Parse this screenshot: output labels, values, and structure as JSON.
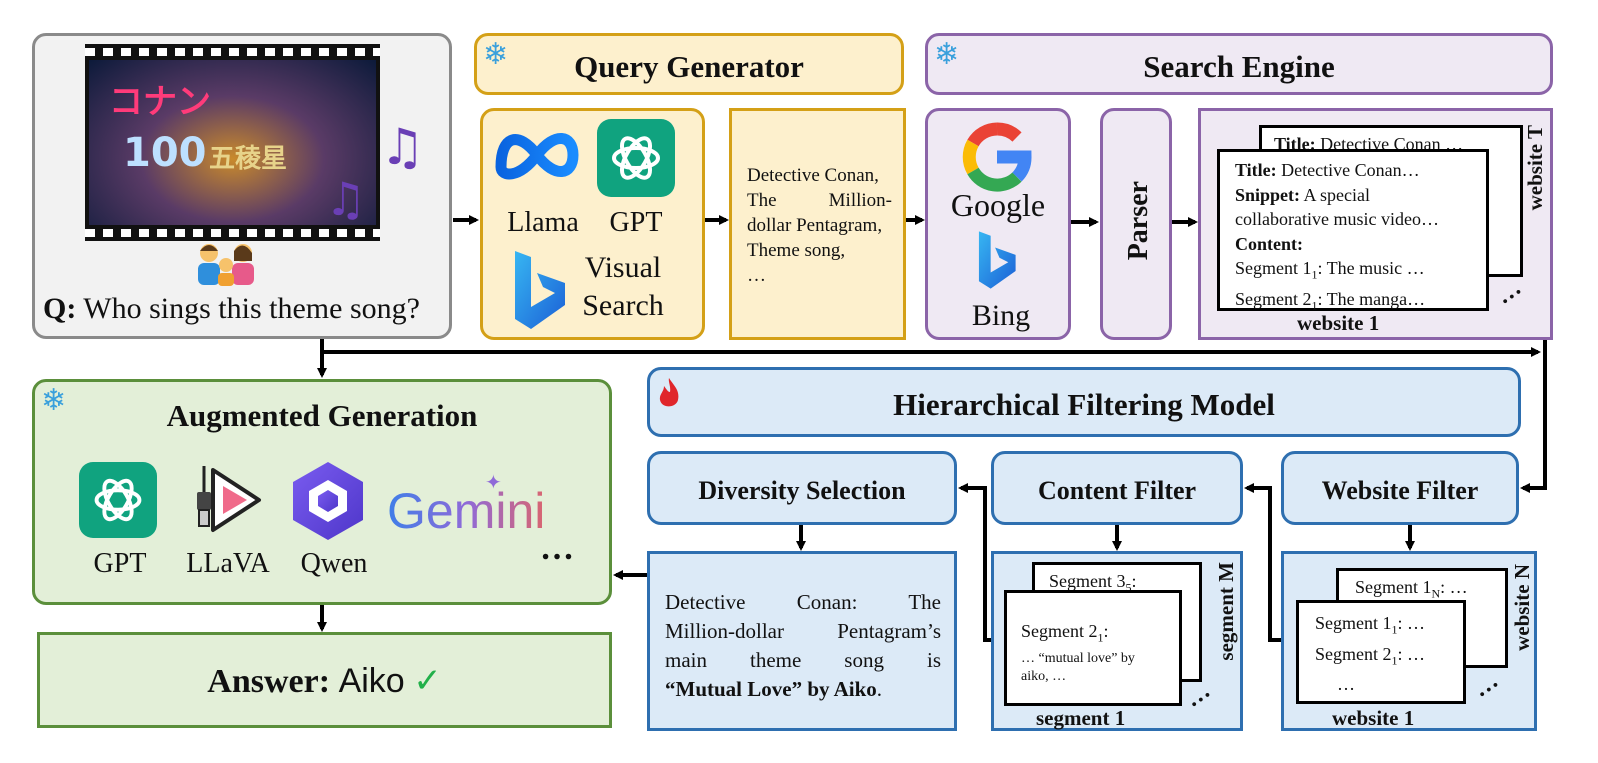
{
  "question": {
    "prefix": "Q:",
    "text": "Who sings this theme song?"
  },
  "query_generator": {
    "title": "Query Generator",
    "models": [
      "Llama",
      "GPT"
    ],
    "visual_search": [
      "Visual",
      "Search"
    ],
    "queries": [
      "Detective Conan,",
      "The Million-",
      "dollar Pentagram,",
      "Theme song,",
      "…"
    ]
  },
  "search_engine": {
    "title": "Search Engine",
    "engines": [
      "Google",
      "Bing"
    ],
    "parser": "Parser"
  },
  "websites": {
    "back_title": "Title: Detective Conan …",
    "title_key": "Title:",
    "title_val": "Detective Conan…",
    "snippet_key": "Snippet:",
    "snippet_val": "A special",
    "snippet_line2": "collaborative music video…",
    "content_key": "Content:",
    "seg1": "Segment 1",
    "seg1_sub": "1",
    "seg1_rest": ": The music …",
    "seg2": "Segment 2",
    "seg2_sub": "1",
    "seg2_rest": ": The manga…",
    "label_front": "website 1",
    "label_back": "website T"
  },
  "augmented_generation": {
    "title": "Augmented Generation",
    "models": [
      "GPT",
      "LLaVA",
      "Qwen"
    ],
    "gemini": "Gemini",
    "more": "…"
  },
  "answer": {
    "label": "Answer:",
    "value": "Aiko",
    "check": "✓"
  },
  "hfm": {
    "title": "Hierarchical Filtering Model"
  },
  "diversity": {
    "title": "Diversity Selection",
    "result_lines": [
      "Detective Conan: The",
      "Million-dollar Pentagram’s",
      "main theme song is"
    ],
    "result_bold": "“Mutual Love” by Aiko",
    "result_end": "."
  },
  "content_filter": {
    "title": "Content Filter",
    "back": "Segment 3",
    "back_sub": "5",
    "back_rest": ":",
    "front": "Segment 2",
    "front_sub": "1",
    "front_rest": ":",
    "front_quote": "… “mutual love” by",
    "front_quote2": "aiko, …",
    "label_front": "segment 1",
    "label_back": "segment M"
  },
  "website_filter": {
    "title": "Website Filter",
    "back": "Segment 1",
    "back_sub": "N",
    "back_rest": ": …",
    "l1": "Segment 1",
    "l1_sub": "1",
    "l1_rest": ": …",
    "l2": "Segment 2",
    "l2_sub": "1",
    "l2_rest": ": …",
    "l3": "…",
    "label_front": "website 1",
    "label_back": "website N"
  },
  "colors": {
    "gray": "#8a8a8a",
    "yellow": "#d4a017",
    "purple": "#8b64a8",
    "green": "#5b8f3b",
    "blue": "#2e6fb0",
    "snowflake": "#3aa0dc",
    "fire": "#e0262b"
  },
  "icons": [
    "snowflake-icon",
    "fire-icon",
    "music-note-icon",
    "family-icon",
    "meta-llama-icon",
    "openai-gpt-icon",
    "bing-icon",
    "google-icon",
    "llava-icon",
    "qwen-icon",
    "gemini-sparkle-icon",
    "check-icon"
  ]
}
